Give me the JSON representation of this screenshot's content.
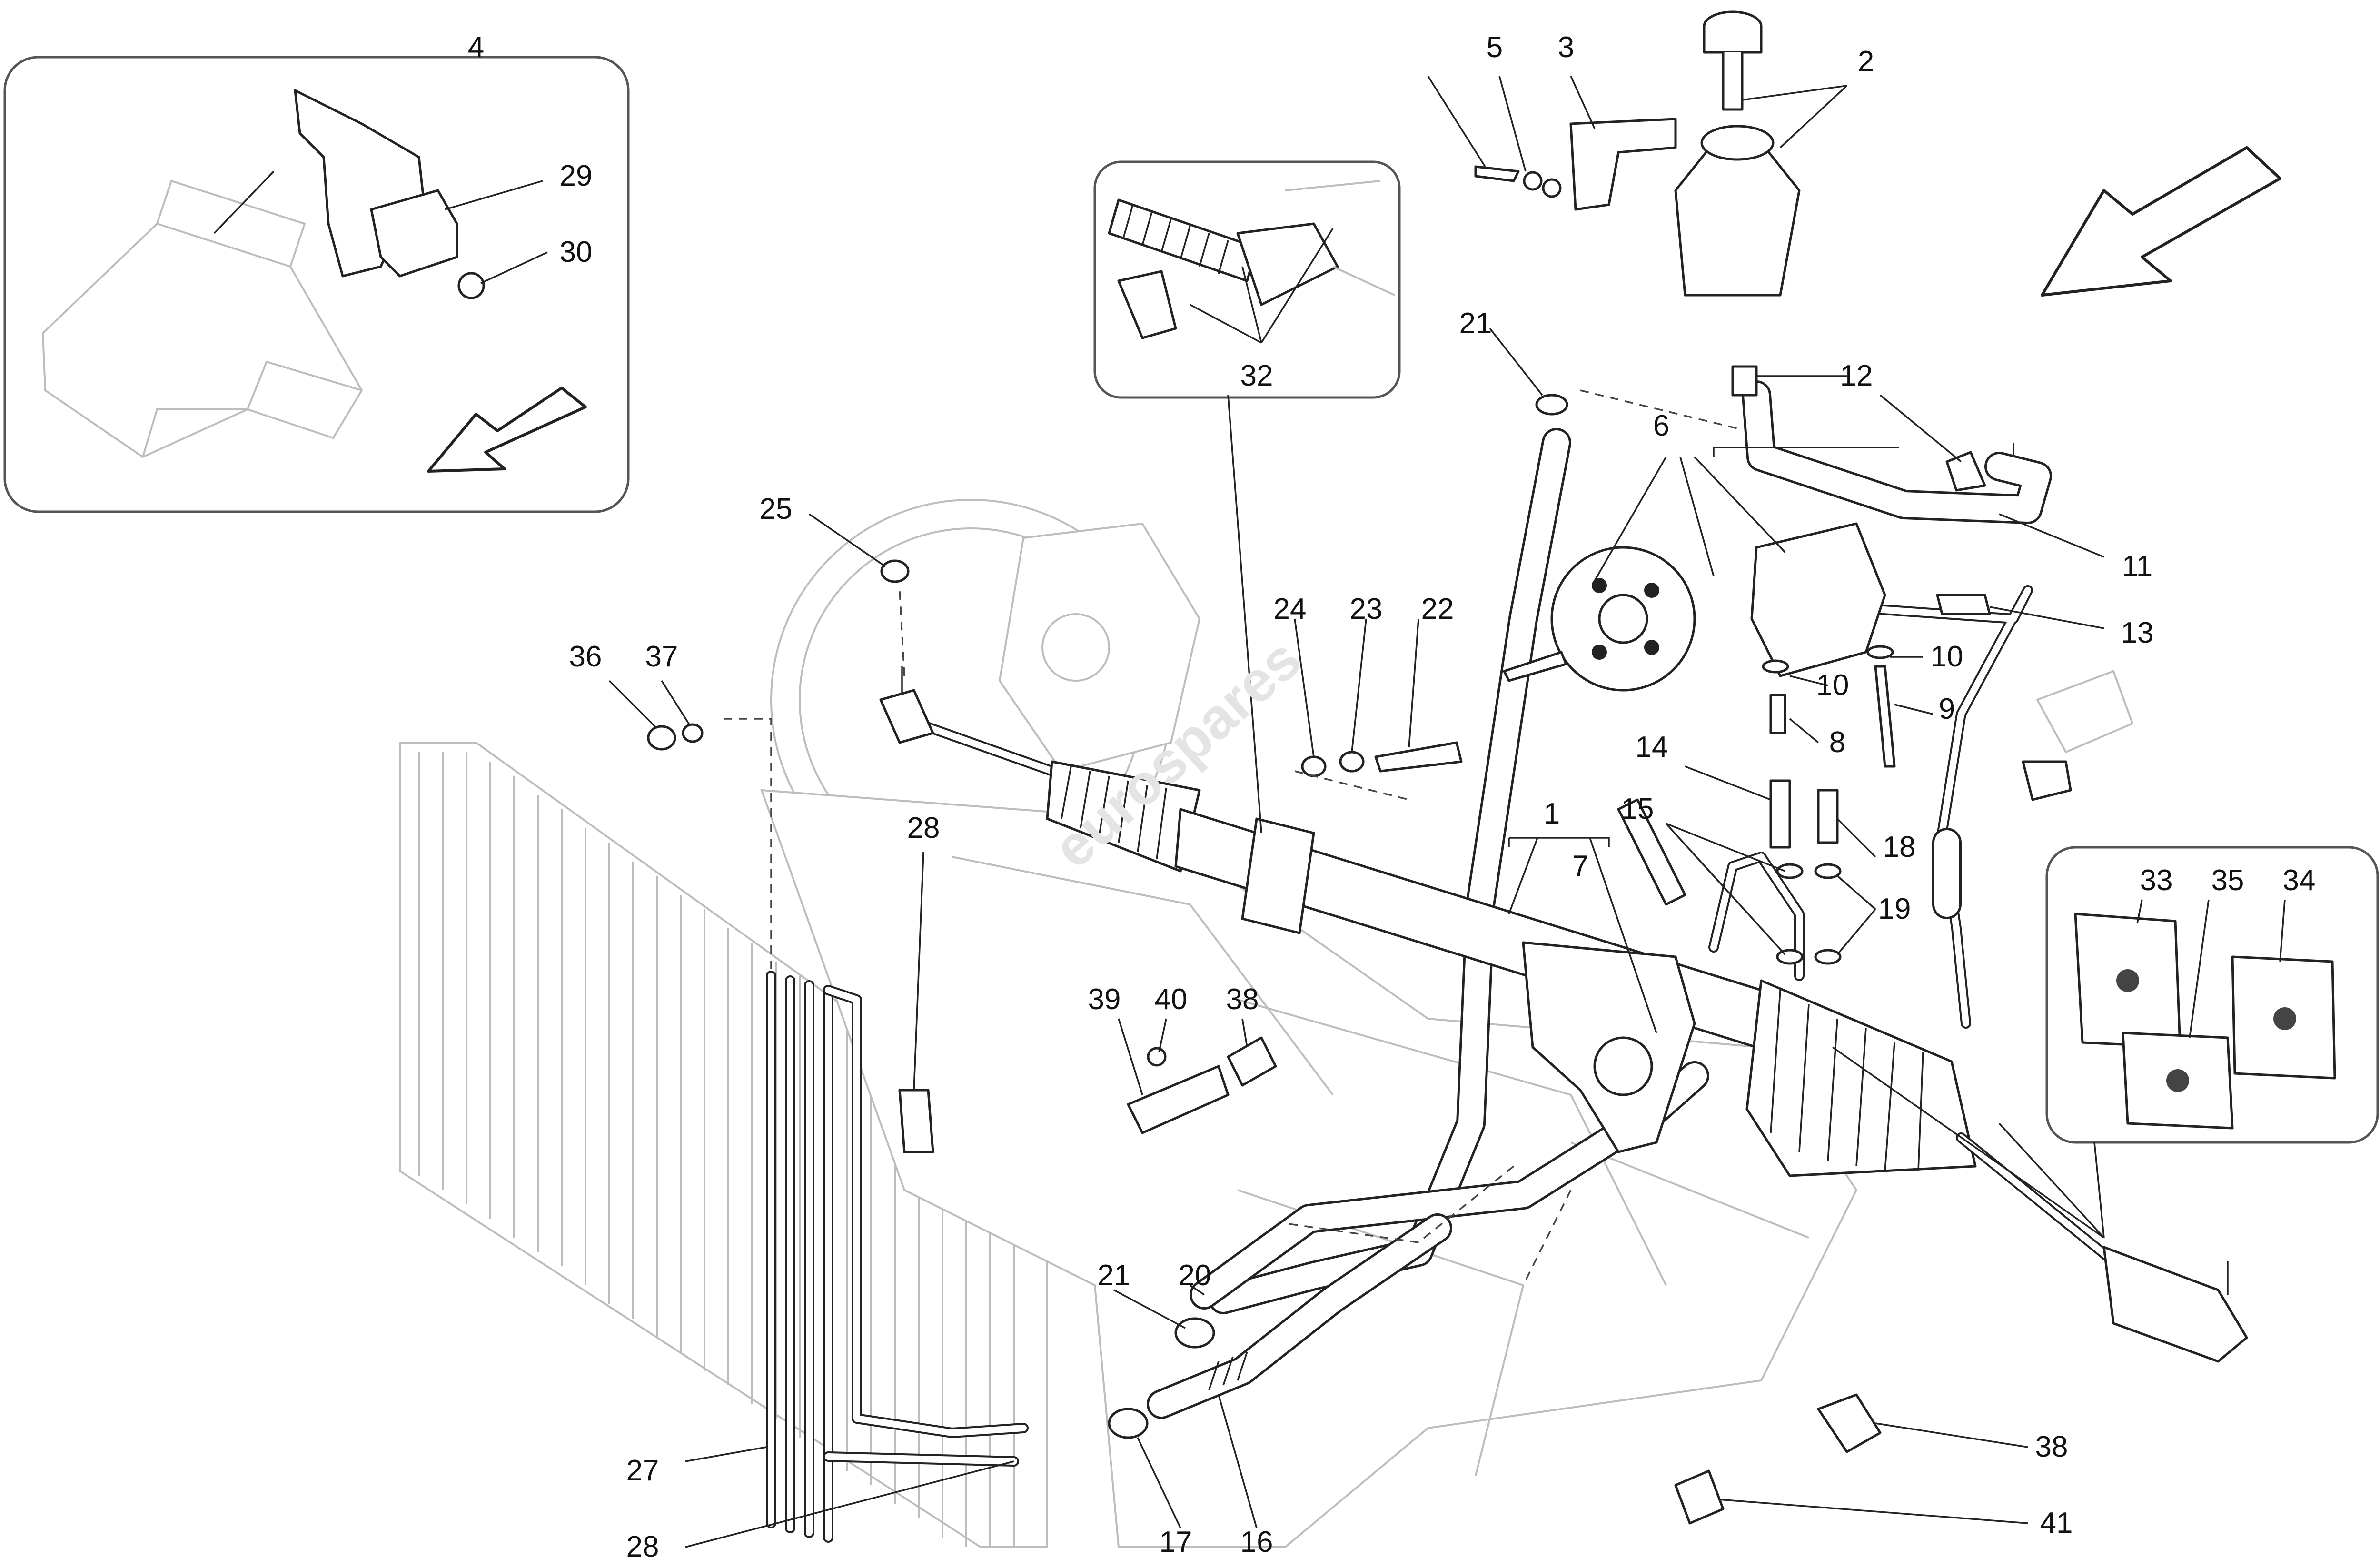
{
  "diagram": {
    "callouts": {
      "c1": "1",
      "c2": "2",
      "c3": "3",
      "c4": "4",
      "c5": "5",
      "c6": "6",
      "c7": "7",
      "c8": "8",
      "c9": "9",
      "c10a": "10",
      "c10b": "10",
      "c11": "11",
      "c12": "12",
      "c13": "13",
      "c14": "14",
      "c15": "15",
      "c16": "16",
      "c17": "17",
      "c18": "18",
      "c19": "19",
      "c20": "20",
      "c21a": "21",
      "c21b": "21",
      "c22": "22",
      "c23": "23",
      "c24": "24",
      "c25": "25",
      "c27": "27",
      "c28a": "28",
      "c28b": "28",
      "c29": "29",
      "c30": "30",
      "c32": "32",
      "c33": "33",
      "c34": "34",
      "c35": "35",
      "c36": "36",
      "c37": "37",
      "c38a": "38",
      "c38b": "38",
      "c39": "39",
      "c40": "40",
      "c41": "41"
    },
    "watermark": "eurospares"
  }
}
